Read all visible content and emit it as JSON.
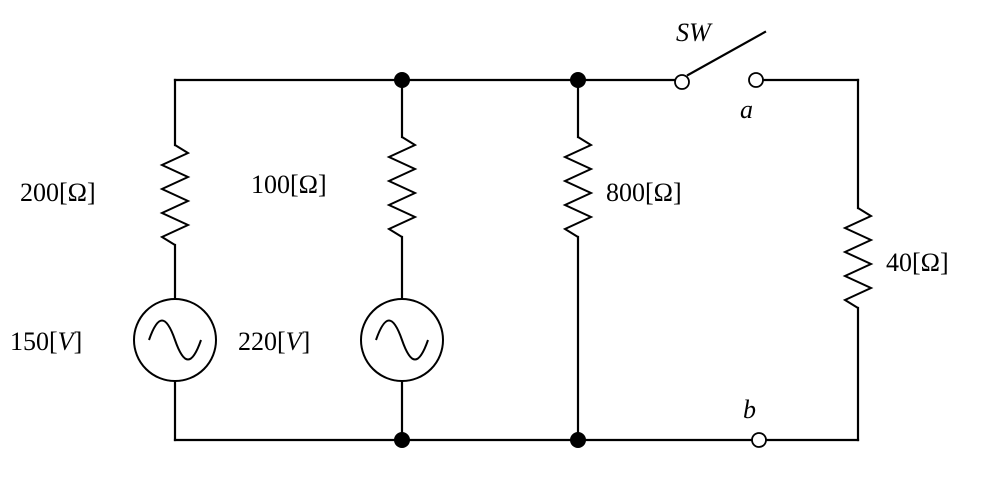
{
  "labels": {
    "switch": "SW",
    "terminal_a": "a",
    "terminal_b": "b"
  },
  "components": {
    "r1": {
      "value": "200",
      "unit": "[Ω]"
    },
    "r2": {
      "value": "100",
      "unit": "[Ω]"
    },
    "r3": {
      "value": "800",
      "unit": "[Ω]"
    },
    "r4": {
      "value": "40",
      "unit": "[Ω]"
    },
    "v1": {
      "value": "150",
      "unit_open": "[",
      "unit_letter": "V",
      "unit_close": "]"
    },
    "v2": {
      "value": "220",
      "unit_open": "[",
      "unit_letter": "V",
      "unit_close": "]"
    }
  }
}
